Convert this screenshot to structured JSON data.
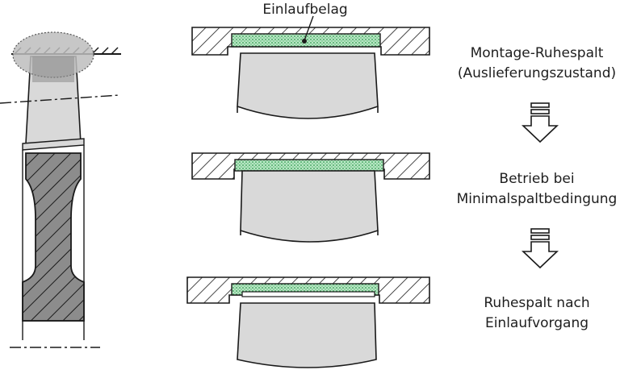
{
  "labels": {
    "coating": "Einlaufbelag",
    "stage1_line1": "Montage-Ruhespalt",
    "stage1_line2": "(Auslieferungszustand)",
    "stage2_line1": "Betrieb bei",
    "stage2_line2": "Minimalspaltbedingung",
    "stage3_line1": "Ruhespalt nach",
    "stage3_line2": "Einlaufvorgang"
  },
  "colors": {
    "outline": "#1a1a1a",
    "blade_fill": "#d9d9d9",
    "coating_fill": "#b8e6c4",
    "coating_dot": "#2e9a4e",
    "disk_fill": "#8c8c8c",
    "highlight_fill": "#bdbdbd"
  }
}
